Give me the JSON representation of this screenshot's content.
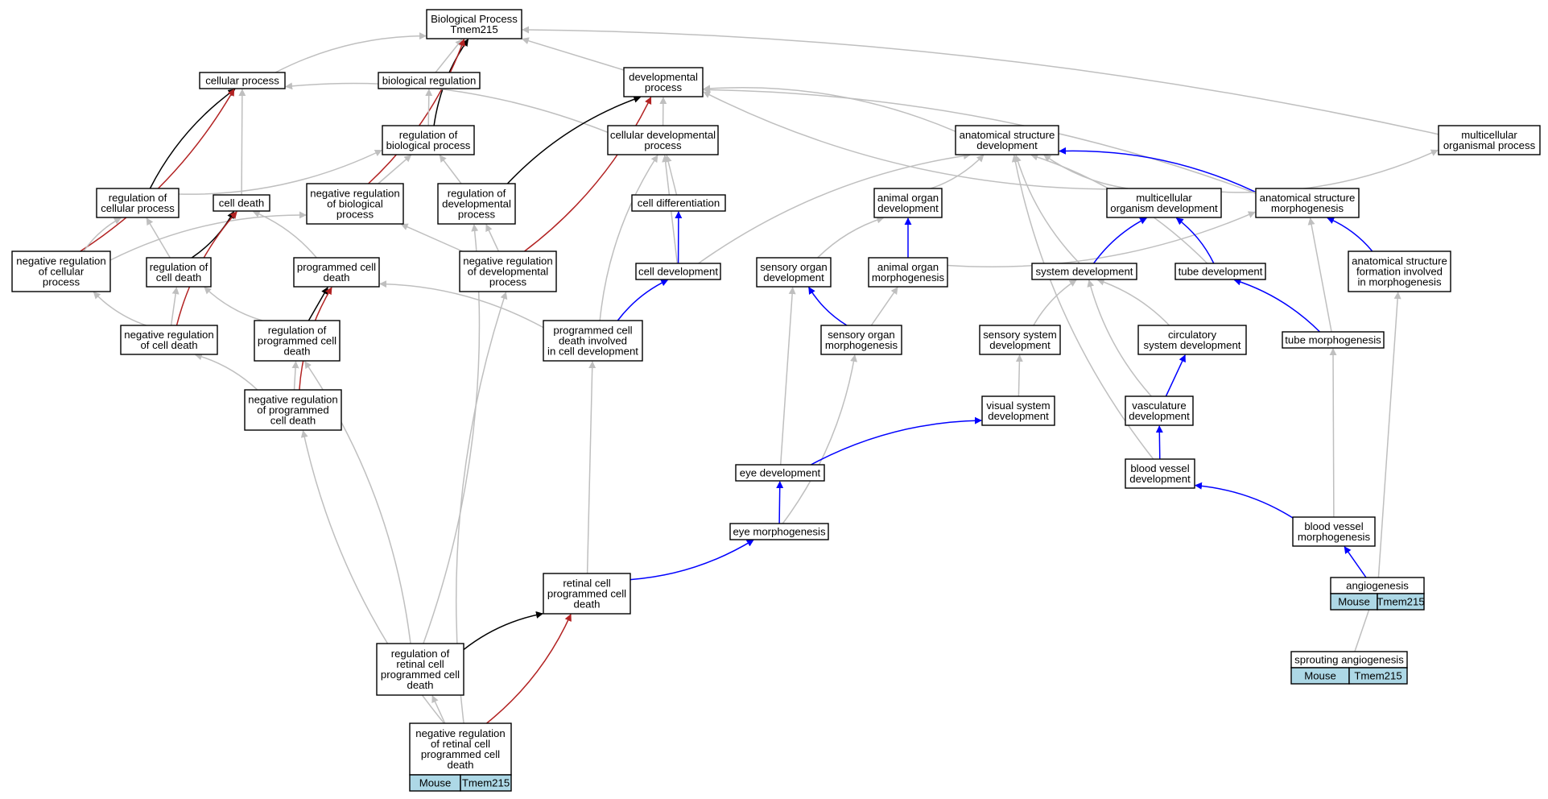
{
  "graph": {
    "title": "Biological Process\nTmem215",
    "edge_colors": {
      "is_a": "#bfbfbf",
      "part_of": "#0000ff",
      "regulates": "#000000",
      "negatively_regulates": "#b22222"
    },
    "annotation_color": "#add8e6",
    "nodes": [
      {
        "id": "root",
        "label": "Biological Process\nTmem215"
      },
      {
        "id": "cellular_process",
        "label": "cellular process"
      },
      {
        "id": "biological_regulation",
        "label": "biological regulation"
      },
      {
        "id": "developmental_process",
        "label": "developmental\nprocess"
      },
      {
        "id": "regulation_of_biological_process",
        "label": "regulation of\nbiological process"
      },
      {
        "id": "cellular_developmental_process",
        "label": "cellular developmental\nprocess"
      },
      {
        "id": "anatomical_structure_development",
        "label": "anatomical structure\ndevelopment"
      },
      {
        "id": "multicellular_organismal_process",
        "label": "multicellular\norganismal process"
      },
      {
        "id": "regulation_of_cellular_process",
        "label": "regulation of\ncellular process"
      },
      {
        "id": "cell_death",
        "label": "cell death"
      },
      {
        "id": "negative_regulation_of_biological_process",
        "label": "negative regulation\nof biological\nprocess"
      },
      {
        "id": "regulation_of_developmental_process",
        "label": "regulation of\ndevelopmental\nprocess"
      },
      {
        "id": "cell_differentiation",
        "label": "cell differentiation"
      },
      {
        "id": "animal_organ_development",
        "label": "animal organ\ndevelopment"
      },
      {
        "id": "multicellular_organism_development",
        "label": "multicellular\norganism development"
      },
      {
        "id": "anatomical_structure_morphogenesis",
        "label": "anatomical structure\nmorphogenesis"
      },
      {
        "id": "negative_regulation_of_cellular_process",
        "label": "negative regulation\nof cellular\nprocess"
      },
      {
        "id": "regulation_of_cell_death",
        "label": "regulation of\ncell death"
      },
      {
        "id": "programmed_cell_death",
        "label": "programmed cell\ndeath"
      },
      {
        "id": "negative_regulation_of_developmental_process",
        "label": "negative regulation\nof developmental\nprocess"
      },
      {
        "id": "cell_development",
        "label": "cell development"
      },
      {
        "id": "sensory_organ_development",
        "label": "sensory organ\ndevelopment"
      },
      {
        "id": "animal_organ_morphogenesis",
        "label": "animal organ\nmorphogenesis"
      },
      {
        "id": "system_development",
        "label": "system development"
      },
      {
        "id": "tube_development",
        "label": "tube development"
      },
      {
        "id": "anatomical_structure_formation_involved_in_morphogenesis",
        "label": "anatomical structure\nformation involved\nin morphogenesis"
      },
      {
        "id": "negative_regulation_of_cell_death",
        "label": "negative regulation\nof cell death"
      },
      {
        "id": "regulation_of_programmed_cell_death",
        "label": "regulation of\nprogrammed cell\ndeath"
      },
      {
        "id": "programmed_cell_death_involved_in_cell_development",
        "label": "programmed cell\ndeath involved\nin cell development"
      },
      {
        "id": "sensory_organ_morphogenesis",
        "label": "sensory organ\nmorphogenesis"
      },
      {
        "id": "sensory_system_development",
        "label": "sensory system\ndevelopment"
      },
      {
        "id": "circulatory_system_development",
        "label": "circulatory\nsystem development"
      },
      {
        "id": "tube_morphogenesis",
        "label": "tube morphogenesis"
      },
      {
        "id": "negative_regulation_of_programmed_cell_death",
        "label": "negative regulation\nof programmed\ncell death"
      },
      {
        "id": "visual_system_development",
        "label": "visual system\ndevelopment"
      },
      {
        "id": "vasculature_development",
        "label": "vasculature\ndevelopment"
      },
      {
        "id": "eye_development",
        "label": "eye development"
      },
      {
        "id": "blood_vessel_development",
        "label": "blood vessel\ndevelopment"
      },
      {
        "id": "eye_morphogenesis",
        "label": "eye morphogenesis"
      },
      {
        "id": "blood_vessel_morphogenesis",
        "label": "blood vessel\nmorphogenesis"
      },
      {
        "id": "retinal_cell_programmed_cell_death",
        "label": "retinal cell\nprogrammed cell\ndeath"
      },
      {
        "id": "angiogenesis",
        "label": "angiogenesis",
        "annotations": [
          "Mouse",
          "Tmem215"
        ]
      },
      {
        "id": "regulation_of_retinal_cell_programmed_cell_death",
        "label": "regulation of\nretinal cell\nprogrammed cell\ndeath"
      },
      {
        "id": "sprouting_angiogenesis",
        "label": "sprouting angiogenesis",
        "annotations": [
          "Mouse",
          "Tmem215"
        ]
      },
      {
        "id": "negative_regulation_of_retinal_cell_programmed_cell_death",
        "label": "negative regulation\nof retinal cell\nprogrammed cell\ndeath",
        "annotations": [
          "Mouse",
          "Tmem215"
        ]
      }
    ],
    "edges": [
      {
        "from": "cellular_process",
        "to": "root",
        "type": "is_a"
      },
      {
        "from": "biological_regulation",
        "to": "root",
        "type": "is_a"
      },
      {
        "from": "developmental_process",
        "to": "root",
        "type": "is_a"
      },
      {
        "from": "multicellular_organismal_process",
        "to": "root",
        "type": "is_a"
      },
      {
        "from": "regulation_of_biological_process",
        "to": "root",
        "type": "regulates"
      },
      {
        "from": "negative_regulation_of_biological_process",
        "to": "root",
        "type": "negatively_regulates"
      },
      {
        "from": "regulation_of_biological_process",
        "to": "biological_regulation",
        "type": "is_a"
      },
      {
        "from": "cellular_developmental_process",
        "to": "cellular_process",
        "type": "is_a"
      },
      {
        "from": "cellular_developmental_process",
        "to": "developmental_process",
        "type": "is_a"
      },
      {
        "from": "anatomical_structure_development",
        "to": "developmental_process",
        "type": "is_a"
      },
      {
        "from": "multicellular_organism_development",
        "to": "developmental_process",
        "type": "is_a"
      },
      {
        "from": "anatomical_structure_morphogenesis",
        "to": "developmental_process",
        "type": "is_a"
      },
      {
        "from": "regulation_of_developmental_process",
        "to": "developmental_process",
        "type": "regulates"
      },
      {
        "from": "negative_regulation_of_developmental_process",
        "to": "developmental_process",
        "type": "negatively_regulates"
      },
      {
        "from": "regulation_of_cellular_process",
        "to": "cellular_process",
        "type": "regulates"
      },
      {
        "from": "negative_regulation_of_cellular_process",
        "to": "cellular_process",
        "type": "negatively_regulates"
      },
      {
        "from": "cell_death",
        "to": "cellular_process",
        "type": "is_a"
      },
      {
        "from": "regulation_of_cellular_process",
        "to": "regulation_of_biological_process",
        "type": "is_a"
      },
      {
        "from": "negative_regulation_of_biological_process",
        "to": "regulation_of_biological_process",
        "type": "is_a"
      },
      {
        "from": "regulation_of_developmental_process",
        "to": "regulation_of_biological_process",
        "type": "is_a"
      },
      {
        "from": "cell_differentiation",
        "to": "cellular_developmental_process",
        "type": "is_a"
      },
      {
        "from": "cell_development",
        "to": "cellular_developmental_process",
        "type": "is_a"
      },
      {
        "from": "programmed_cell_death_involved_in_cell_development",
        "to": "cellular_developmental_process",
        "type": "is_a"
      },
      {
        "from": "cell_development",
        "to": "cell_differentiation",
        "type": "part_of"
      },
      {
        "from": "cell_development",
        "to": "anatomical_structure_development",
        "type": "is_a"
      },
      {
        "from": "animal_organ_development",
        "to": "anatomical_structure_development",
        "type": "is_a"
      },
      {
        "from": "multicellular_organism_development",
        "to": "anatomical_structure_development",
        "type": "is_a"
      },
      {
        "from": "anatomical_structure_morphogenesis",
        "to": "anatomical_structure_development",
        "type": "part_of"
      },
      {
        "from": "system_development",
        "to": "anatomical_structure_development",
        "type": "is_a"
      },
      {
        "from": "tube_development",
        "to": "anatomical_structure_development",
        "type": "is_a"
      },
      {
        "from": "blood_vessel_development",
        "to": "anatomical_structure_development",
        "type": "is_a"
      },
      {
        "from": "multicellular_organism_development",
        "to": "multicellular_organismal_process",
        "type": "is_a"
      },
      {
        "from": "negative_regulation_of_cellular_process",
        "to": "regulation_of_cellular_process",
        "type": "is_a"
      },
      {
        "from": "regulation_of_cell_death",
        "to": "regulation_of_cellular_process",
        "type": "is_a"
      },
      {
        "from": "negative_regulation_of_cellular_process",
        "to": "negative_regulation_of_biological_process",
        "type": "is_a"
      },
      {
        "from": "negative_regulation_of_developmental_process",
        "to": "negative_regulation_of_biological_process",
        "type": "is_a"
      },
      {
        "from": "negative_regulation_of_developmental_process",
        "to": "regulation_of_developmental_process",
        "type": "is_a"
      },
      {
        "from": "regulation_of_retinal_cell_programmed_cell_death",
        "to": "regulation_of_developmental_process",
        "type": "is_a"
      },
      {
        "from": "negative_regulation_of_retinal_cell_programmed_cell_death",
        "to": "negative_regulation_of_developmental_process",
        "type": "is_a"
      },
      {
        "from": "regulation_of_cell_death",
        "to": "cell_death",
        "type": "regulates"
      },
      {
        "from": "negative_regulation_of_cell_death",
        "to": "cell_death",
        "type": "negatively_regulates"
      },
      {
        "from": "programmed_cell_death",
        "to": "cell_death",
        "type": "is_a"
      },
      {
        "from": "negative_regulation_of_cell_death",
        "to": "negative_regulation_of_cellular_process",
        "type": "is_a"
      },
      {
        "from": "negative_regulation_of_cell_death",
        "to": "regulation_of_cell_death",
        "type": "is_a"
      },
      {
        "from": "regulation_of_programmed_cell_death",
        "to": "regulation_of_cell_death",
        "type": "is_a"
      },
      {
        "from": "regulation_of_programmed_cell_death",
        "to": "programmed_cell_death",
        "type": "regulates"
      },
      {
        "from": "negative_regulation_of_programmed_cell_death",
        "to": "programmed_cell_death",
        "type": "negatively_regulates"
      },
      {
        "from": "programmed_cell_death_involved_in_cell_development",
        "to": "programmed_cell_death",
        "type": "is_a"
      },
      {
        "from": "programmed_cell_death_involved_in_cell_development",
        "to": "cell_development",
        "type": "part_of"
      },
      {
        "from": "negative_regulation_of_programmed_cell_death",
        "to": "negative_regulation_of_cell_death",
        "type": "is_a"
      },
      {
        "from": "negative_regulation_of_programmed_cell_death",
        "to": "regulation_of_programmed_cell_death",
        "type": "is_a"
      },
      {
        "from": "regulation_of_retinal_cell_programmed_cell_death",
        "to": "regulation_of_programmed_cell_death",
        "type": "is_a"
      },
      {
        "from": "negative_regulation_of_retinal_cell_programmed_cell_death",
        "to": "negative_regulation_of_programmed_cell_death",
        "type": "is_a"
      },
      {
        "from": "animal_organ_morphogenesis",
        "to": "animal_organ_development",
        "type": "part_of"
      },
      {
        "from": "sensory_organ_development",
        "to": "animal_organ_development",
        "type": "is_a"
      },
      {
        "from": "animal_organ_morphogenesis",
        "to": "anatomical_structure_morphogenesis",
        "type": "is_a"
      },
      {
        "from": "tube_morphogenesis",
        "to": "anatomical_structure_morphogenesis",
        "type": "is_a"
      },
      {
        "from": "anatomical_structure_formation_involved_in_morphogenesis",
        "to": "anatomical_structure_morphogenesis",
        "type": "part_of"
      },
      {
        "from": "system_development",
        "to": "multicellular_organism_development",
        "type": "part_of"
      },
      {
        "from": "tube_development",
        "to": "multicellular_organism_development",
        "type": "part_of"
      },
      {
        "from": "sensory_organ_morphogenesis",
        "to": "sensory_organ_development",
        "type": "part_of"
      },
      {
        "from": "sensory_organ_morphogenesis",
        "to": "animal_organ_morphogenesis",
        "type": "is_a"
      },
      {
        "from": "eye_development",
        "to": "sensory_organ_development",
        "type": "is_a"
      },
      {
        "from": "eye_morphogenesis",
        "to": "sensory_organ_morphogenesis",
        "type": "is_a"
      },
      {
        "from": "sensory_system_development",
        "to": "system_development",
        "type": "is_a"
      },
      {
        "from": "circulatory_system_development",
        "to": "system_development",
        "type": "is_a"
      },
      {
        "from": "vasculature_development",
        "to": "system_development",
        "type": "is_a"
      },
      {
        "from": "tube_morphogenesis",
        "to": "tube_development",
        "type": "part_of"
      },
      {
        "from": "visual_system_development",
        "to": "sensory_system_development",
        "type": "is_a"
      },
      {
        "from": "vasculature_development",
        "to": "circulatory_system_development",
        "type": "part_of"
      },
      {
        "from": "eye_development",
        "to": "visual_system_development",
        "type": "part_of"
      },
      {
        "from": "blood_vessel_development",
        "to": "vasculature_development",
        "type": "part_of"
      },
      {
        "from": "blood_vessel_morphogenesis",
        "to": "tube_morphogenesis",
        "type": "is_a"
      },
      {
        "from": "blood_vessel_morphogenesis",
        "to": "blood_vessel_development",
        "type": "part_of"
      },
      {
        "from": "eye_morphogenesis",
        "to": "eye_development",
        "type": "part_of"
      },
      {
        "from": "retinal_cell_programmed_cell_death",
        "to": "eye_morphogenesis",
        "type": "part_of"
      },
      {
        "from": "retinal_cell_programmed_cell_death",
        "to": "programmed_cell_death_involved_in_cell_development",
        "type": "is_a"
      },
      {
        "from": "angiogenesis",
        "to": "blood_vessel_morphogenesis",
        "type": "part_of"
      },
      {
        "from": "angiogenesis",
        "to": "anatomical_structure_formation_involved_in_morphogenesis",
        "type": "is_a"
      },
      {
        "from": "sprouting_angiogenesis",
        "to": "angiogenesis",
        "type": "is_a"
      },
      {
        "from": "regulation_of_retinal_cell_programmed_cell_death",
        "to": "retinal_cell_programmed_cell_death",
        "type": "regulates"
      },
      {
        "from": "negative_regulation_of_retinal_cell_programmed_cell_death",
        "to": "retinal_cell_programmed_cell_death",
        "type": "negatively_regulates"
      },
      {
        "from": "negative_regulation_of_retinal_cell_programmed_cell_death",
        "to": "regulation_of_retinal_cell_programmed_cell_death",
        "type": "is_a"
      }
    ]
  }
}
